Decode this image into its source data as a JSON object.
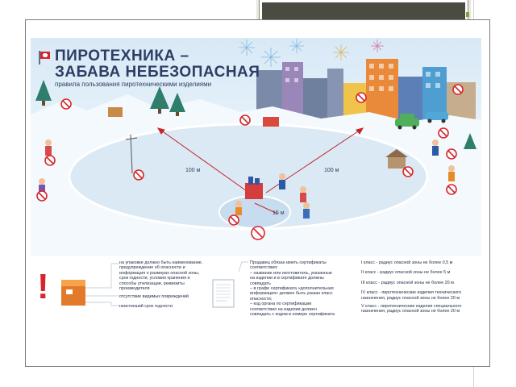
{
  "poster": {
    "title_line1": "ПИРОТЕХНИКА –",
    "title_line2": "ЗАБАВА НЕБЕЗОПАСНАЯ",
    "subtitle": "правила пользования пиротехническими изделиями",
    "distance_left": "100 м",
    "distance_right": "100 м",
    "distance_center": "15 м"
  },
  "packaging_notes": {
    "lines": [
      "на упаковке должно быть наименование,",
      "предупреждение об опасности и",
      "информация о размерах опасной зоны,",
      "срок годности, условия хранения и",
      "способы утилизации, реквизиты",
      "производителя"
    ],
    "no_damage": "отсутствие видимых повреждений",
    "expiry": "неистекший срок годности"
  },
  "certificate_notes": {
    "lines": [
      "Продавец обязан иметь сертификаты",
      "соответствия:",
      "– название или изготовитель, указанные",
      "на изделии и в сертификате должны",
      "совпадать",
      "– в графе сертификата «дополнительная",
      "информация» должен быть указан класс",
      "опасности;",
      "– код органа по сертификации",
      "соответствия на изделии должен",
      "совпадать с кодом в номере сертификата"
    ]
  },
  "hazard_classes": {
    "items": [
      "I класс - радиус опасной зоны не более 0,5 м",
      "II класс - радиус опасной зоны не более 5 м",
      "III класс - радиус опасной зоны не более 20 м",
      "IV класс - пиротехнические изделия технического назначения, радиус опасной зоны не более 20 м",
      "V класс - пиротехнические изделия специального назначения, радиус опасной зоны не более 20 м"
    ]
  },
  "colors": {
    "title": "#2d3e63",
    "prohibit_red": "#d7262b",
    "snow": "#ffffff",
    "zone_fill": "#dbe9f4"
  }
}
